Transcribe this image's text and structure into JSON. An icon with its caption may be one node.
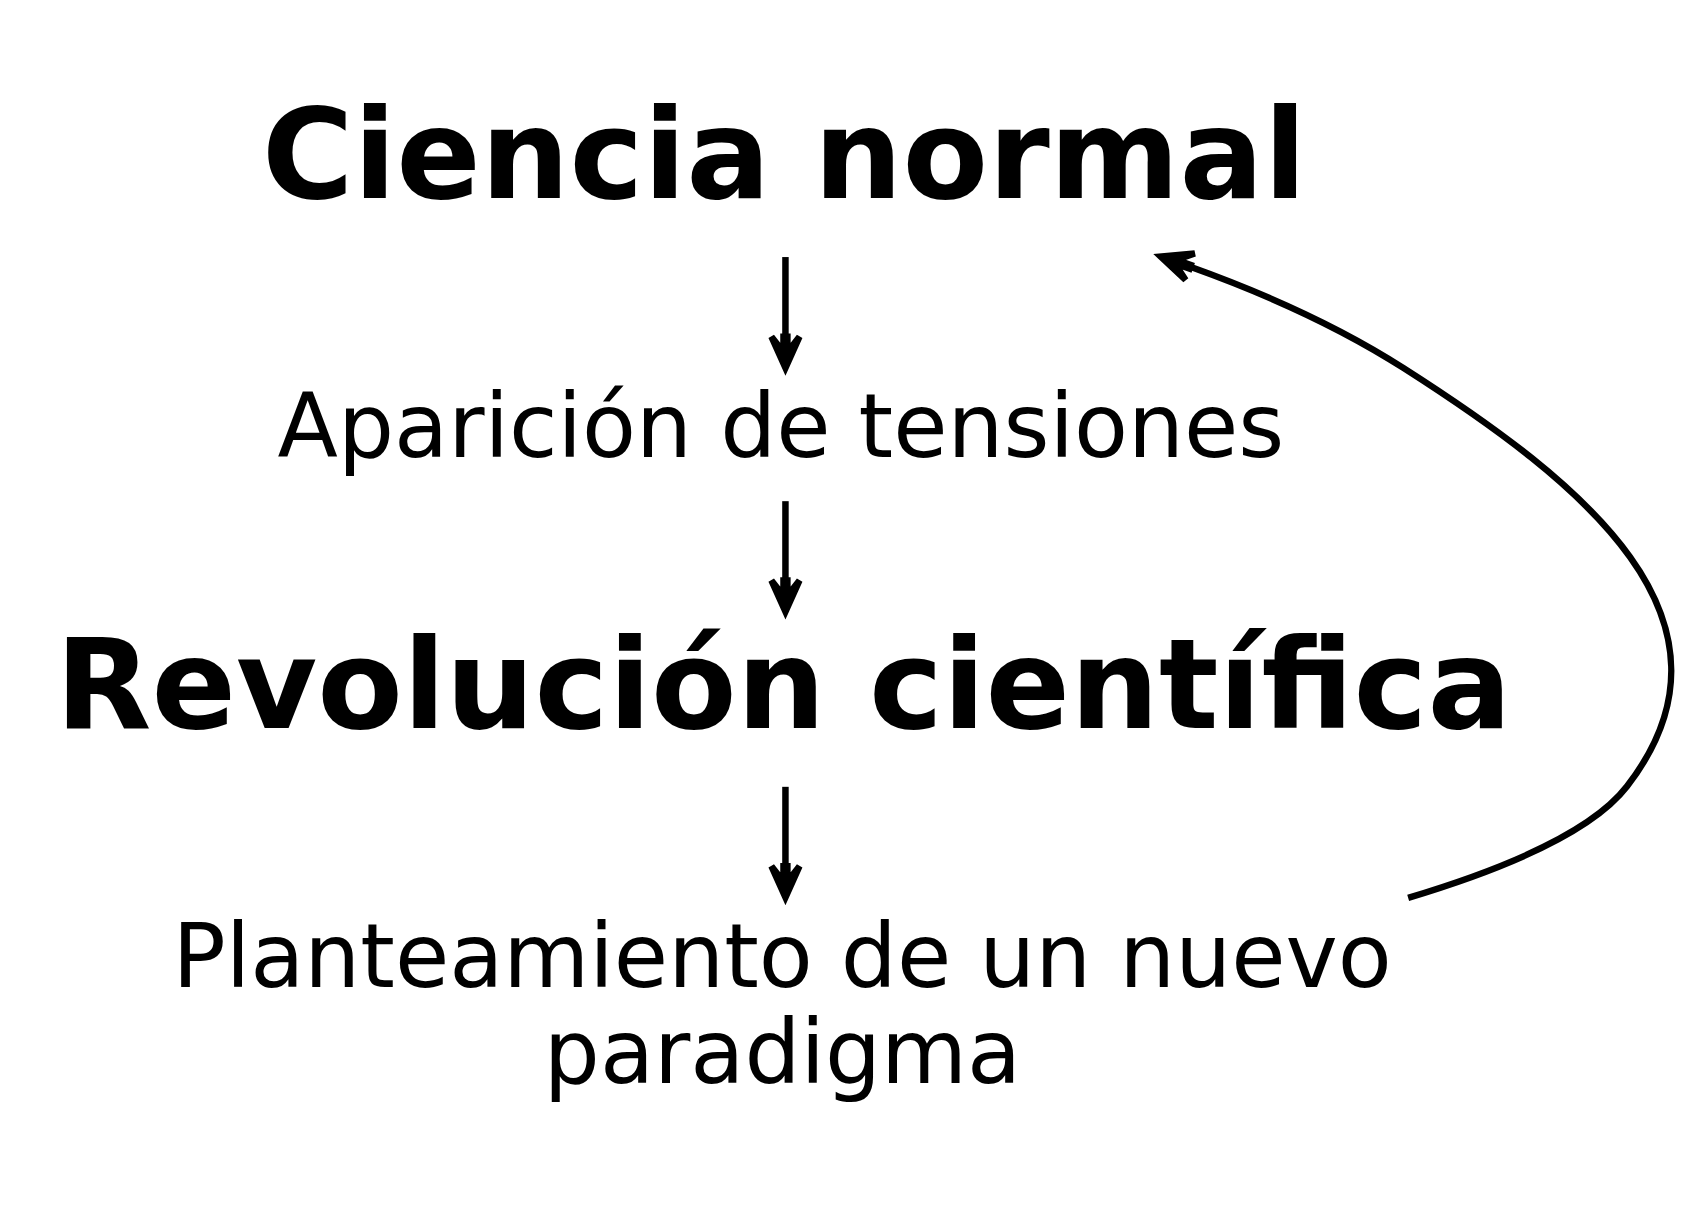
{
  "diagram": {
    "nodes": [
      {
        "text": [
          "Ciencia normal"
        ]
      },
      {
        "text": [
          "Aparición de tensiones"
        ]
      },
      {
        "text": [
          "Revolución científica"
        ]
      },
      {
        "text": [
          "Planteamiento de un nuevo paradigma"
        ]
      }
    ],
    "edges": [
      {
        "from": 0,
        "to": 1,
        "arrow": "to"
      },
      {
        "from": 1,
        "to": 2,
        "arrow": "to"
      },
      {
        "from": 2,
        "to": 3,
        "arrow": "to"
      },
      {
        "from": 3,
        "to": 0,
        "arrow": "to"
      }
    ]
  }
}
